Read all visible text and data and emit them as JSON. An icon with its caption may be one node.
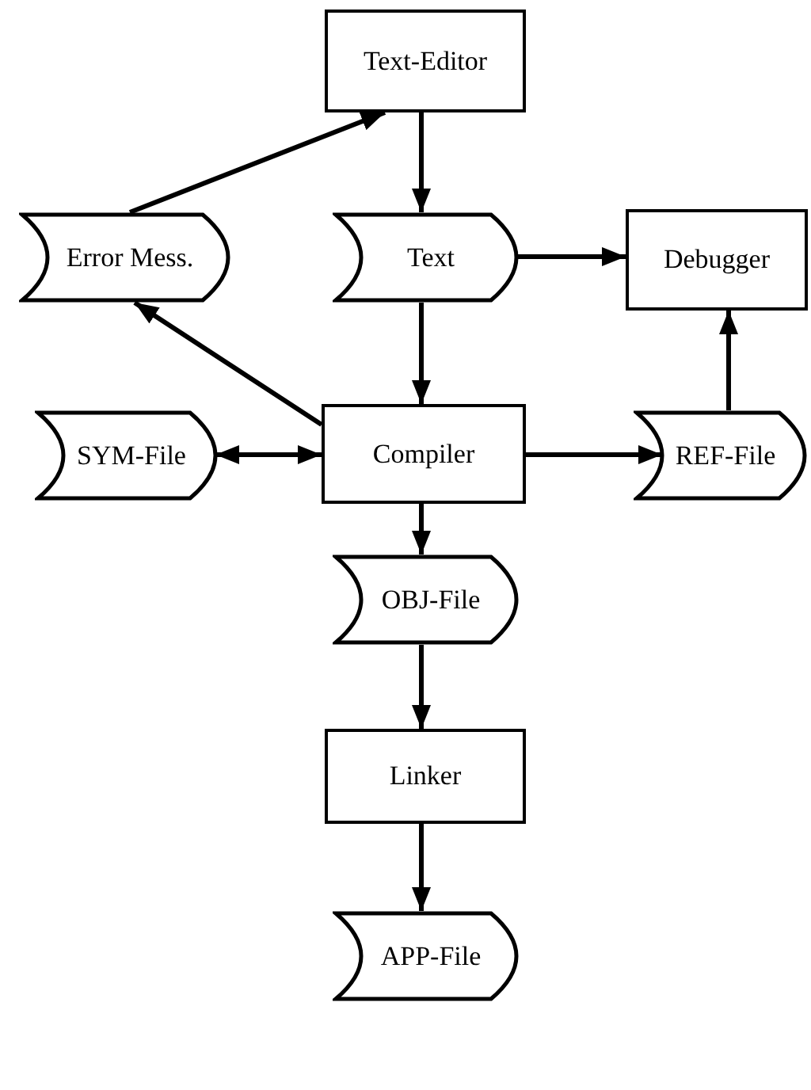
{
  "diagram": {
    "nodes": [
      {
        "text": [
          "Text-Editor"
        ]
      },
      {
        "text": [
          "Error Mess."
        ]
      },
      {
        "text": [
          "Text"
        ]
      },
      {
        "text": [
          "Debugger"
        ]
      },
      {
        "text": [
          "SYM-File"
        ]
      },
      {
        "text": [
          "Compiler"
        ]
      },
      {
        "text": [
          "REF-File"
        ]
      },
      {
        "text": [
          "OBJ-File"
        ]
      },
      {
        "text": [
          "Linker"
        ]
      },
      {
        "text": [
          "APP-File"
        ]
      }
    ],
    "edges": [
      {
        "from": 1,
        "to": 0,
        "arrow": "to"
      },
      {
        "from": 0,
        "to": 2,
        "arrow": "to"
      },
      {
        "from": 2,
        "to": 3,
        "arrow": "to"
      },
      {
        "from": 2,
        "to": 5,
        "arrow": "to"
      },
      {
        "from": 5,
        "to": 1,
        "arrow": "to"
      },
      {
        "from": 4,
        "to": 5,
        "arrow": "both"
      },
      {
        "from": 5,
        "to": 6,
        "arrow": "to"
      },
      {
        "from": 6,
        "to": 3,
        "arrow": "to"
      },
      {
        "from": 5,
        "to": 7,
        "arrow": "to"
      },
      {
        "from": 7,
        "to": 8,
        "arrow": "to"
      },
      {
        "from": 8,
        "to": 9,
        "arrow": "to"
      }
    ]
  }
}
